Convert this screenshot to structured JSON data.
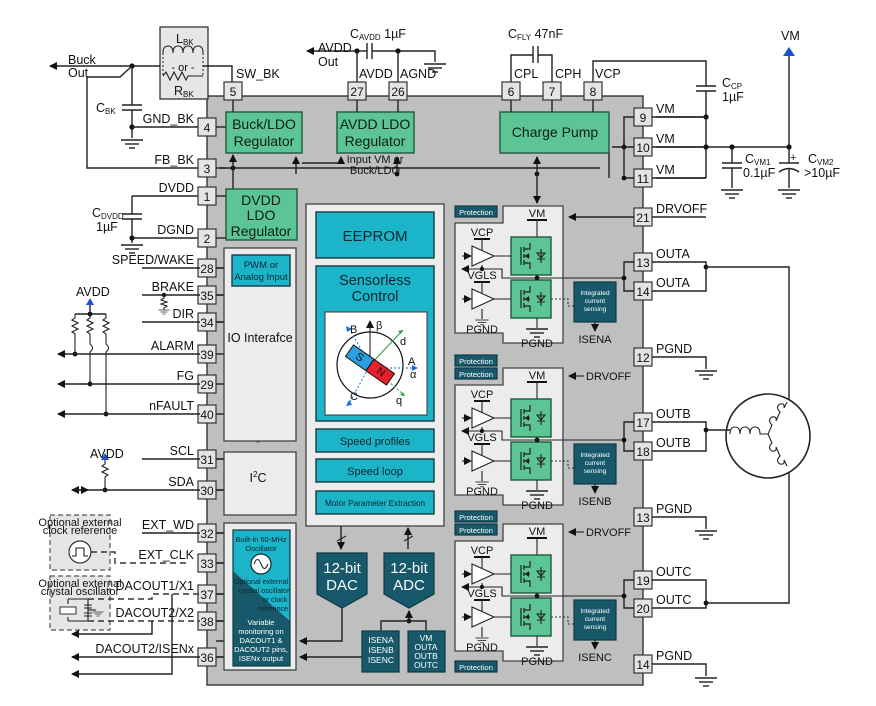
{
  "diagram": {
    "title": "Sensorless BLDC motor driver functional block diagram",
    "colors": {
      "chip_body": "#bfbfbf",
      "regulator_green": "#5cc495",
      "logic_cyan": "#1bb4c8",
      "dark_teal": "#17586a",
      "supply_arrow_blue": "#1a4fd6",
      "magnet_south": "#2a9fe0",
      "magnet_north": "#e8202a"
    },
    "external": {
      "buck_out": [
        "Buck",
        "Out"
      ],
      "l_bk": "L",
      "l_bk_sub": "BK",
      "or": "- or -",
      "r_bk": "R",
      "r_bk_sub": "BK",
      "c_bk": "C",
      "c_bk_sub": "BK",
      "c_dvdd": "C",
      "c_dvdd_sub": "DVDD",
      "c_dvdd_val": "1µF",
      "avdd_out": [
        "AVDD",
        "Out"
      ],
      "c_avdd": "C",
      "c_avdd_sub": "AVDD",
      "c_avdd_val": " 1µF",
      "c_fly": "C",
      "c_fly_sub": "FLY",
      "c_fly_val": " 47nF",
      "vm_supply": "VM",
      "c_cp": "C",
      "c_cp_sub": "CP",
      "c_cp_val": "1µF",
      "c_vm1": "C",
      "c_vm1_sub": "VM1",
      "c_vm1_val": "0.1µF",
      "c_vm2": "C",
      "c_vm2_sub": "VM2",
      "c_vm2_val": ">10µF",
      "avdd_pullup_1": "AVDD",
      "avdd_pullup_2": "AVDD",
      "opt_clock": [
        "Optional external",
        "clock reference"
      ],
      "opt_crystal": [
        "Optional external",
        "crystal oscillator"
      ]
    },
    "pins_left": [
      {
        "num": "5",
        "name": "SW_BK"
      },
      {
        "num": "4",
        "name": "GND_BK"
      },
      {
        "num": "3",
        "name": "FB_BK"
      },
      {
        "num": "1",
        "name": "DVDD"
      },
      {
        "num": "2",
        "name": "DGND"
      },
      {
        "num": "28",
        "name": "SPEED/WAKE"
      },
      {
        "num": "35",
        "name": "BRAKE"
      },
      {
        "num": "34",
        "name": "DIR"
      },
      {
        "num": "39",
        "name": "ALARM"
      },
      {
        "num": "29",
        "name": "FG"
      },
      {
        "num": "40",
        "name": "nFAULT"
      },
      {
        "num": "31",
        "name": "SCL"
      },
      {
        "num": "30",
        "name": "SDA"
      },
      {
        "num": "32",
        "name": "EXT_WD"
      },
      {
        "num": "33",
        "name": "EXT_CLK"
      },
      {
        "num": "37",
        "name": "DACOUT1/X1"
      },
      {
        "num": "38",
        "name": "DACOUT2/X2"
      },
      {
        "num": "36",
        "name": "DACOUT2/ISENx"
      }
    ],
    "pins_top": [
      {
        "num": "27",
        "name": "AVDD"
      },
      {
        "num": "26",
        "name": "AGND"
      },
      {
        "num": "6",
        "name": "CPL"
      },
      {
        "num": "7",
        "name": "CPH"
      },
      {
        "num": "8",
        "name": "VCP"
      }
    ],
    "pins_right": [
      {
        "num": "9",
        "name": "VM"
      },
      {
        "num": "10",
        "name": "VM"
      },
      {
        "num": "11",
        "name": "VM"
      },
      {
        "num": "21",
        "name": "DRVOFF"
      },
      {
        "num": "13",
        "name": "OUTA"
      },
      {
        "num": "14",
        "name": "OUTA"
      },
      {
        "num": "12",
        "name": "PGND"
      },
      {
        "num": "17",
        "name": "OUTB"
      },
      {
        "num": "18",
        "name": "OUTB"
      },
      {
        "num": "13",
        "name": "PGND"
      },
      {
        "num": "19",
        "name": "OUTC"
      },
      {
        "num": "20",
        "name": "OUTC"
      },
      {
        "num": "14",
        "name": "PGND"
      }
    ],
    "blocks": {
      "buck": [
        "Buck/LDO",
        "Regulator"
      ],
      "avdd_ldo": [
        "AVDD LDO",
        "Regulator"
      ],
      "avdd_note": [
        "Input VM or",
        "Buck/LDO"
      ],
      "charge_pump": "Charge Pump",
      "dvdd_ldo": [
        "DVDD",
        "LDO",
        "Regulator"
      ],
      "pwm_input": [
        "PWM or",
        "Analog Input"
      ],
      "io_interface": "IO Interafce",
      "i2c": "I",
      "i2c_sup": "2",
      "i2c_tail": "C",
      "oscillator": [
        "Built-in 60-MHz",
        "Oscillator"
      ],
      "osc_optional": [
        "Optional external",
        "crystal oscillator",
        "or clock",
        "reference"
      ],
      "osc_monitor": [
        "Variable",
        "monitoring on",
        "DACOUT1 &",
        "DACOUT2 pins,",
        "ISENx output"
      ],
      "eeprom": "EEPROM",
      "sensorless": [
        "Sensorless",
        "Control"
      ],
      "speed_profiles": "Speed profiles",
      "speed_loop": "Speed loop",
      "motor_param": "Motor Parameter Extraction",
      "dac": [
        "12-bit",
        "DAC"
      ],
      "adc": [
        "12-bit",
        "ADC"
      ],
      "isen_mux": [
        "ISENA",
        "ISENB",
        "ISENC"
      ],
      "v_mux": [
        "VM",
        "OUTA",
        "OUTB",
        "OUTC"
      ]
    },
    "vector_labels": {
      "beta": "β",
      "alpha": "α",
      "a": "A",
      "b": "B",
      "c": "C",
      "s": "S",
      "n": "N",
      "d": "d",
      "q": "q"
    },
    "phases": [
      {
        "protection": "Protection",
        "vm": "VM",
        "vcp": "VCP",
        "vgls": "VGLS",
        "pgnd": "PGND",
        "pgnd2": "PGND",
        "sense": [
          "Integrated",
          "current",
          "sensing"
        ],
        "isen": "ISENA",
        "drvoff": ""
      },
      {
        "protection": "Protection",
        "vm": "VM",
        "vcp": "VCP",
        "vgls": "VGLS",
        "pgnd": "PGND",
        "pgnd2": "PGND",
        "sense": [
          "Integrated",
          "current",
          "sensing"
        ],
        "isen": "ISENB",
        "drvoff": "DRVOFF"
      },
      {
        "protection": "Protection",
        "vm": "VM",
        "vcp": "VCP",
        "vgls": "VGLS",
        "pgnd": "PGND",
        "pgnd2": "PGND",
        "sense": [
          "Integrated",
          "current",
          "sensing"
        ],
        "isen": "ISENC",
        "drvoff": "DRVOFF"
      }
    ],
    "protection_bottom": "Protection"
  }
}
